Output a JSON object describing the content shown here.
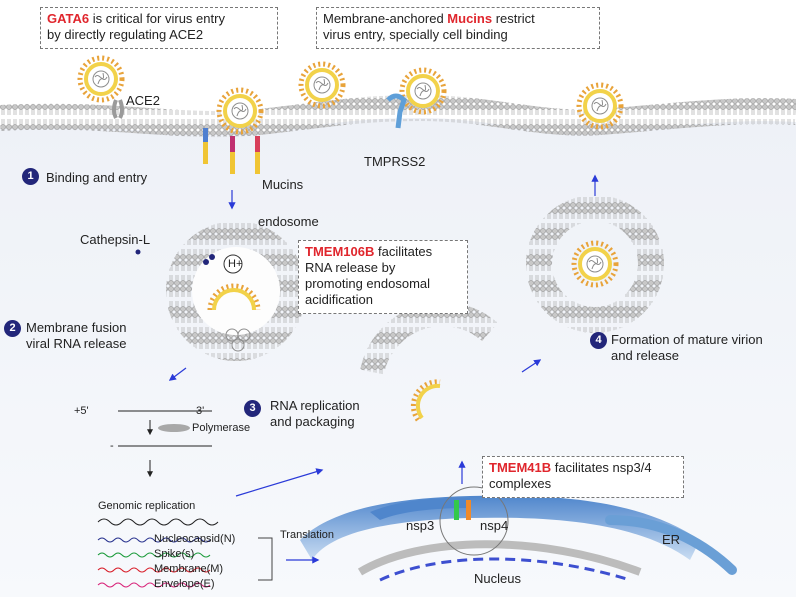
{
  "callouts": {
    "gata6": {
      "highlight": "GATA6",
      "text1": " is critical for virus entry",
      "text2": "by directly regulating ACE2"
    },
    "mucins": {
      "text1a": "Membrane-anchored ",
      "highlight": "Mucins",
      "text1b": " restrict",
      "text2": "virus entry, specially cell binding"
    },
    "tmem106b": {
      "highlight": "TMEM106B",
      "text1": " facilitates",
      "text2": "RNA release by",
      "text3": "promoting endosomal",
      "text4": "acidification"
    },
    "tmem41b": {
      "highlight": "TMEM41B",
      "text1": " facilitates nsp3/4",
      "text2": "complexes"
    }
  },
  "labels": {
    "ace2": "ACE2",
    "tmprss2": "TMPRSS2",
    "mucins": "Mucins",
    "endosome": "endosome",
    "cathepsin": "Cathepsin-L",
    "h_plus": "H+",
    "polymerase": "Polymerase",
    "five_prime": "+5'",
    "three_prime": "3'",
    "minus": "-",
    "genomic": "Genomic replication",
    "translation": "Translation",
    "nsp3": "nsp3",
    "nsp4": "nsp4",
    "er": "ER",
    "nucleus": "Nucleus"
  },
  "steps": [
    {
      "num": "1",
      "line1": "Binding and entry",
      "line2": ""
    },
    {
      "num": "2",
      "line1": "Membrane fusion",
      "line2": "viral RNA release"
    },
    {
      "num": "3",
      "line1": "RNA replication",
      "line2": "and packaging"
    },
    {
      "num": "4",
      "line1": "Formation of mature virion",
      "line2": "and release"
    }
  ],
  "proteins": [
    {
      "label": "Nucleocapsid(N)",
      "color": "#2b3590"
    },
    {
      "label": "Spike(s)",
      "color": "#1a9a3a"
    },
    {
      "label": "Membrane(M)",
      "color": "#d81e2a"
    },
    {
      "label": "Envelope(E)",
      "color": "#d8247a"
    }
  ],
  "colors": {
    "highlight": "#e0262d",
    "step_circle": "#22267a",
    "arrow": "#2a3ad8",
    "er": "#6a9fd6",
    "membrane": "#b9b9b9"
  }
}
